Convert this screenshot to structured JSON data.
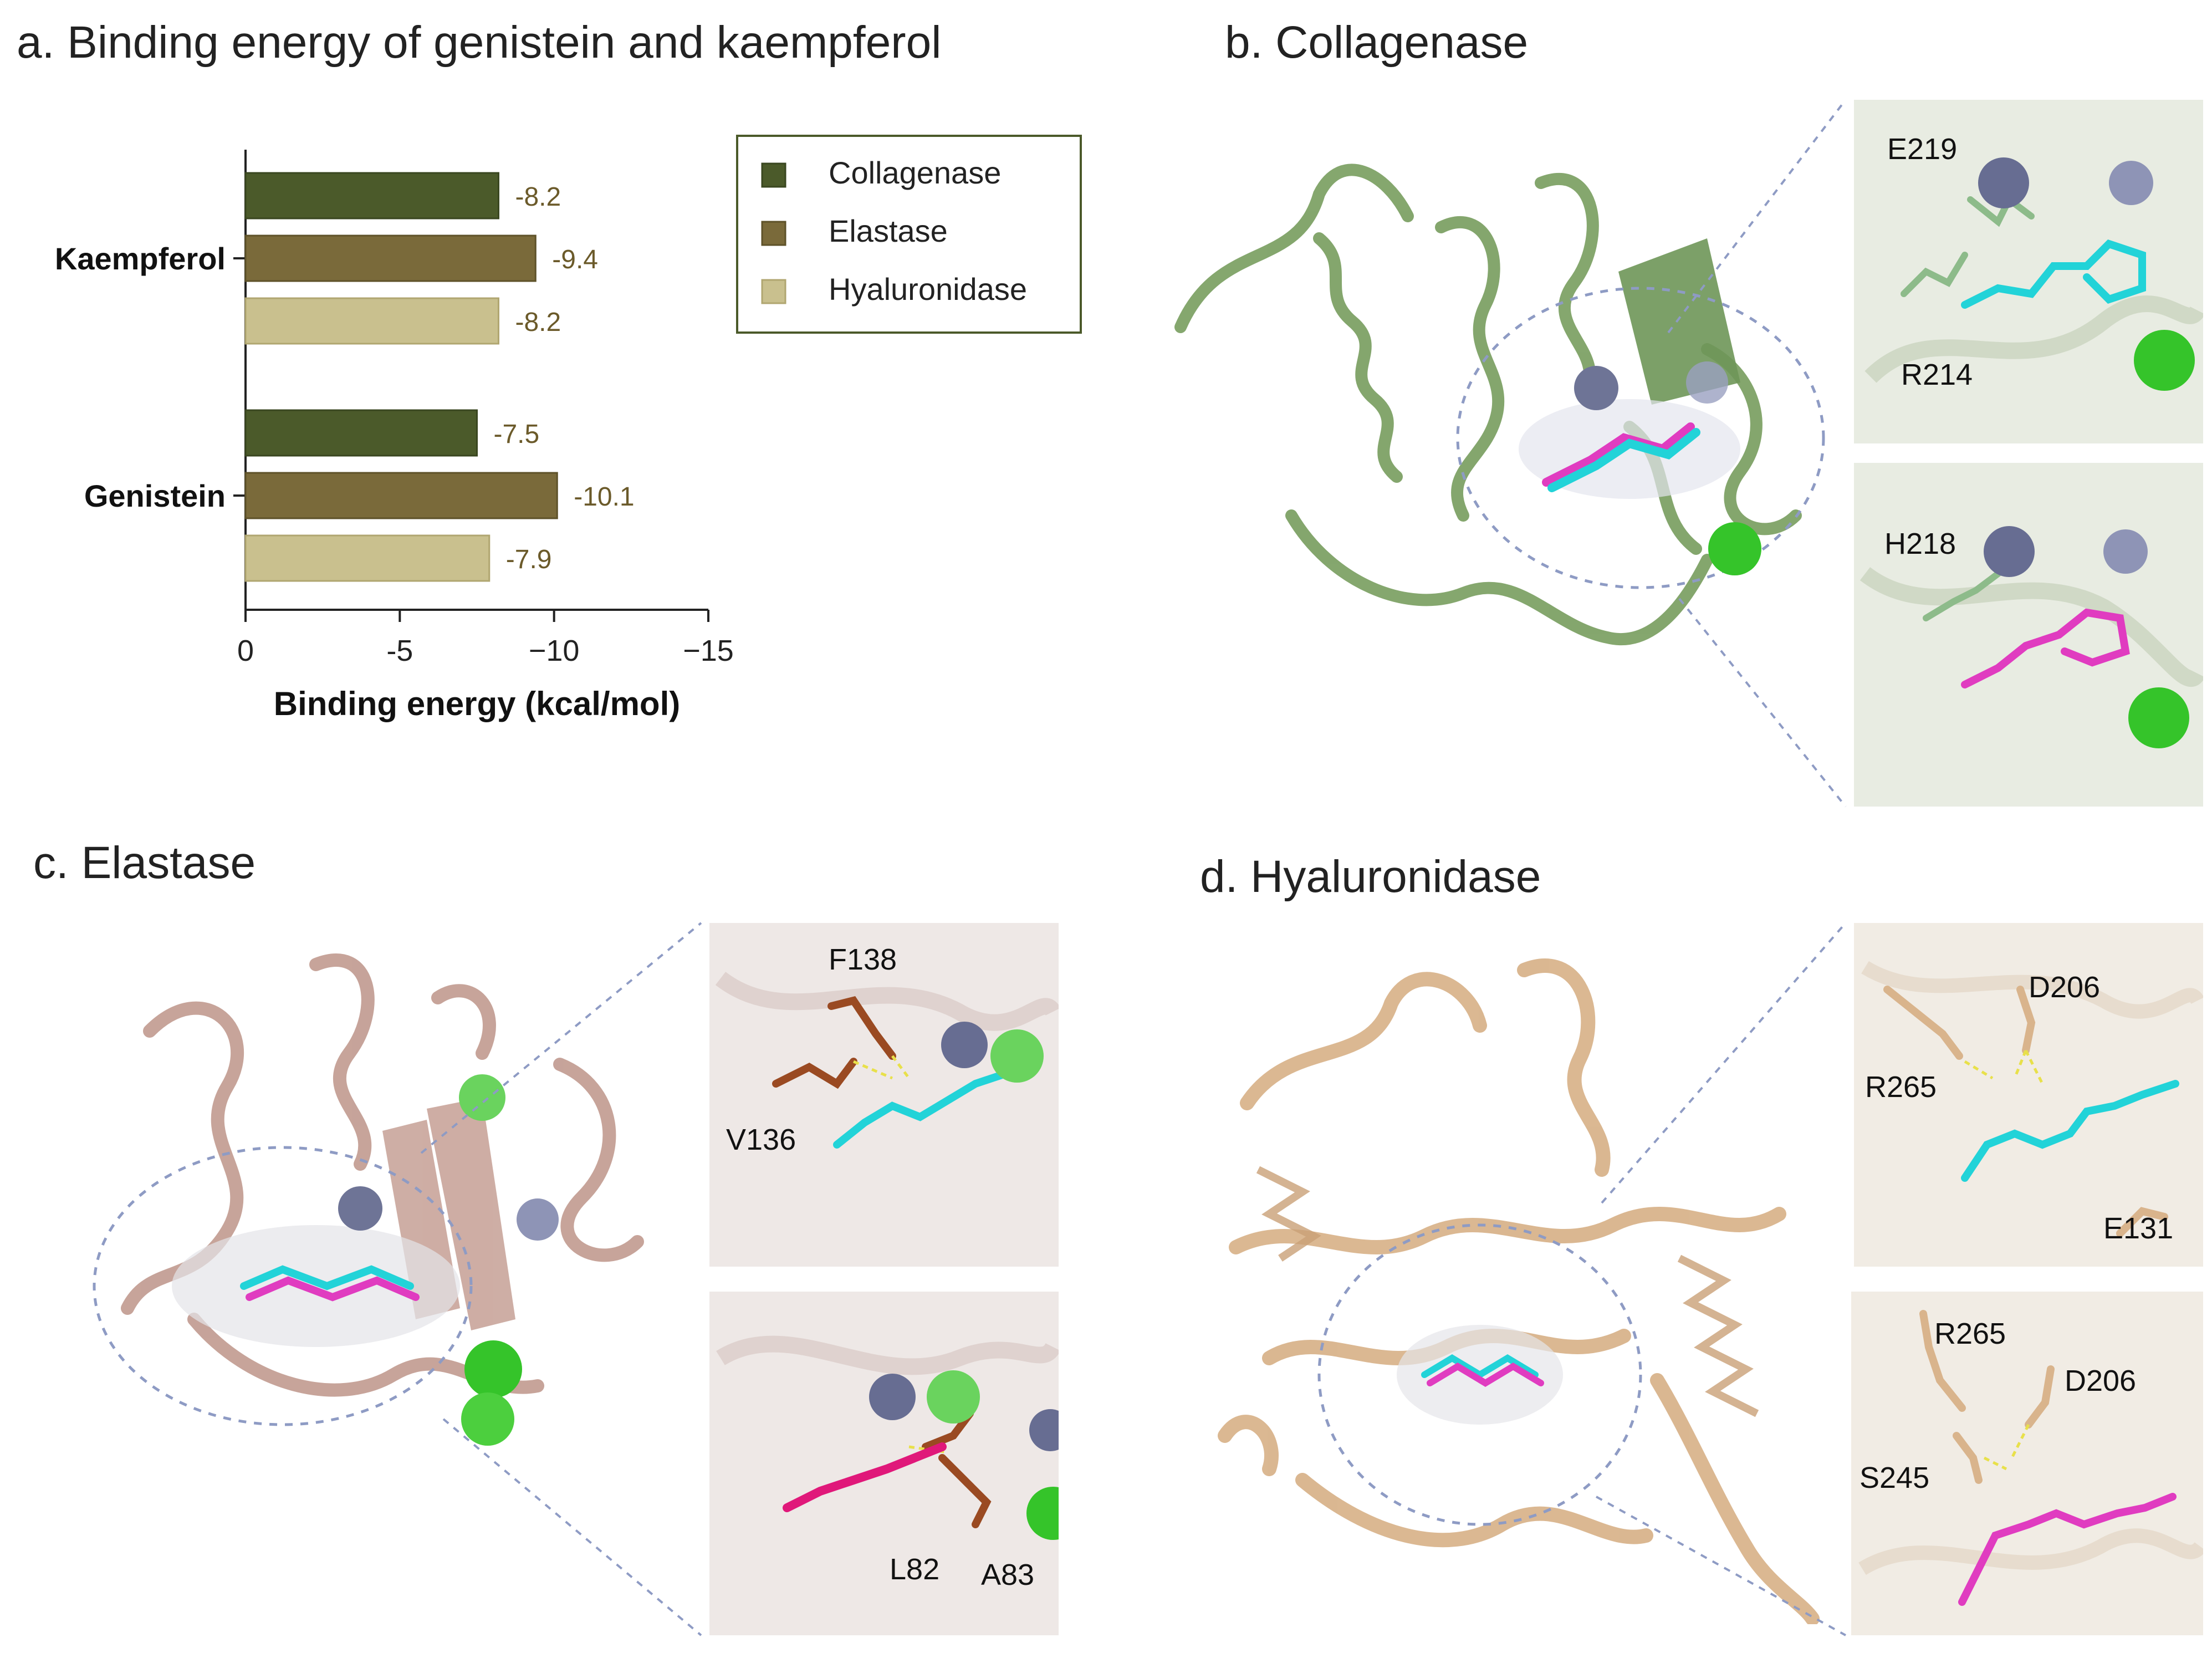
{
  "panels": {
    "a": {
      "title": "a. Binding energy of genistein and kaempferol"
    },
    "b": {
      "title": "b. Collagenase",
      "inset_top_labels": [
        "E219",
        "R214"
      ],
      "inset_bottom_labels": [
        "H218"
      ]
    },
    "c": {
      "title": "c. Elastase",
      "inset_top_labels": [
        "F138",
        "V136"
      ],
      "inset_bottom_labels": [
        "L82",
        "A83"
      ]
    },
    "d": {
      "title": "d. Hyaluronidase",
      "inset_top_labels": [
        "D206",
        "R265",
        "E131"
      ],
      "inset_bottom_labels": [
        "R265",
        "D206",
        "S245"
      ]
    }
  },
  "colors": {
    "collagenase": "#4b5a2a",
    "elastase": "#7a6a3a",
    "hyaluronidase": "#c9c08e",
    "label_text": "#6b5a2a",
    "ligand_cyan": "#22d3d8",
    "ligand_magenta": "#e03cc0",
    "zinc": "#7d84a8",
    "calcium": "#35c42a"
  },
  "chart_data": {
    "type": "bar",
    "orientation": "horizontal",
    "categories": [
      "Kaempferol",
      "Genistein"
    ],
    "series": [
      {
        "name": "Collagenase",
        "values": [
          -8.2,
          -7.5
        ]
      },
      {
        "name": "Elastase",
        "values": [
          -9.4,
          -10.1
        ]
      },
      {
        "name": "Hyaluronidase",
        "values": [
          -8.2,
          -7.9
        ]
      }
    ],
    "data_labels": [
      [
        "-8.2",
        "-9.4",
        "-8.2"
      ],
      [
        "-7.5",
        "-10.1",
        "-7.9"
      ]
    ],
    "xlabel": "Binding energy (kcal/mol)",
    "xlim": [
      0,
      -15
    ],
    "xticks": [
      0,
      -5,
      -10,
      -15
    ],
    "xtick_labels": [
      "0",
      "-5",
      "−10",
      "−15"
    ],
    "legend": [
      "Collagenase",
      "Elastase",
      "Hyaluronidase"
    ],
    "legend_position": "right",
    "grid": false
  }
}
